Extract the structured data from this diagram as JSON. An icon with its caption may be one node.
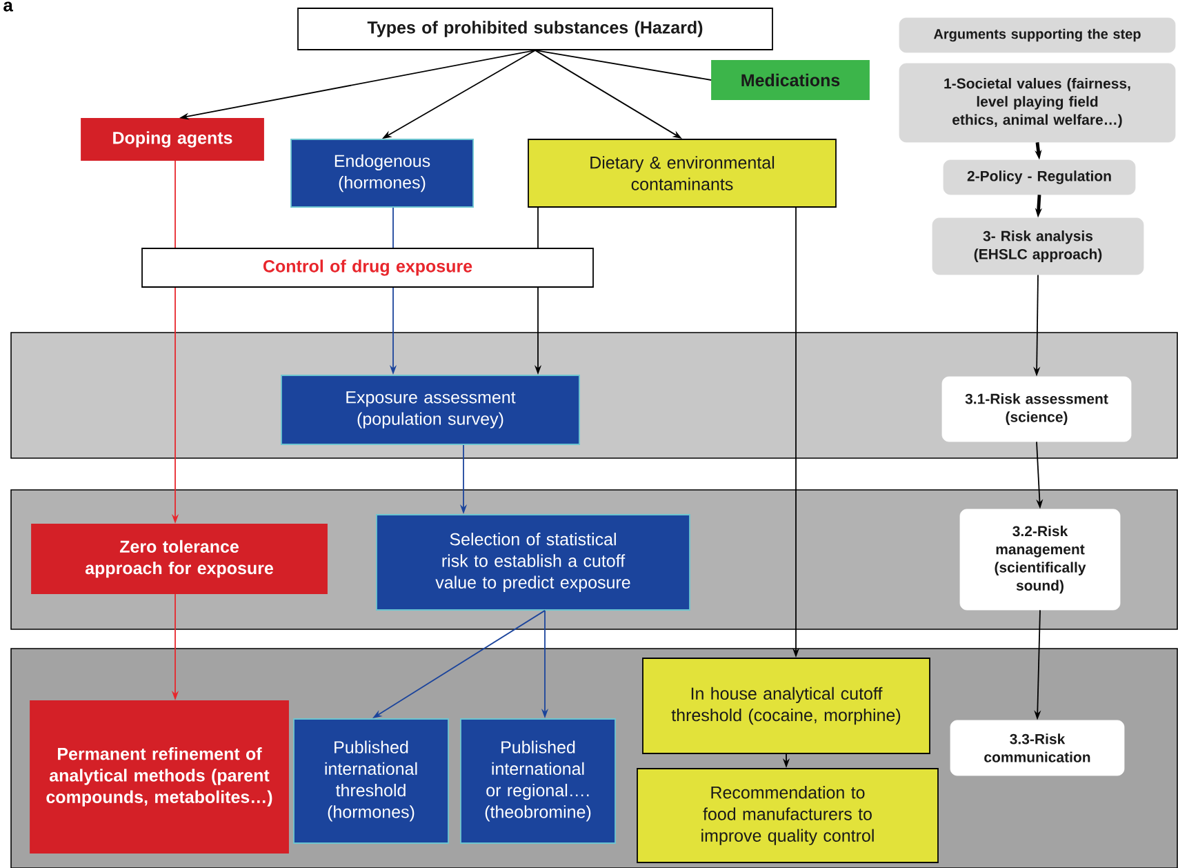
{
  "diagram": {
    "nodes": [
      {
        "text": [
          "Types of prohibited substances (Hazard)"
        ]
      },
      {
        "text": [
          "Medications"
        ]
      },
      {
        "text": [
          "Doping agents"
        ]
      },
      {
        "text": [
          "Endogenous (hormones)"
        ]
      },
      {
        "text": [
          "Dietary & environmental contaminants"
        ]
      },
      {
        "text": [
          "Control of drug exposure"
        ]
      },
      {
        "text": [
          "Exposure assessment (population survey)"
        ]
      },
      {
        "text": [
          "Zero tolerance approach for exposure"
        ]
      },
      {
        "text": [
          "Selection of statistical risk to establish a cutoff value  to predict exposure"
        ]
      },
      {
        "text": [
          "Permanent refinement of analytical methods (parent compounds, metabolites…)"
        ]
      },
      {
        "text": [
          "Published international threshold (hormones)"
        ]
      },
      {
        "text": [
          "Published international or regional…. (theobromine)"
        ]
      },
      {
        "text": [
          "In house analytical cutoff threshold (cocaine, morphine)"
        ]
      },
      {
        "text": [
          "Recommendation to food manufacturers to improve quality control"
        ]
      },
      {
        "text": [
          "Arguments supporting the step"
        ]
      },
      {
        "text": [
          "1-Societal values (fairness, level playing field ethics, animal welfare…)"
        ]
      },
      {
        "text": [
          "2-Policy - Regulation"
        ]
      },
      {
        "text": [
          "3- Risk analysis (EHSLC approach)"
        ]
      },
      {
        "text": [
          "3.1-Risk assessment (science)"
        ]
      },
      {
        "text": [
          "3.2-Risk management (scientifically sound)"
        ]
      },
      {
        "text": [
          "3.3-Risk communication"
        ]
      }
    ],
    "edges": [
      {
        "from": 0,
        "to": 2,
        "arrow": "to"
      },
      {
        "from": 0,
        "to": 3,
        "arrow": "to"
      },
      {
        "from": 0,
        "to": 4,
        "arrow": "to"
      },
      {
        "from": 0,
        "to": 1,
        "arrow": "none"
      },
      {
        "from": 2,
        "to": 5,
        "arrow": "none",
        "color": "#e8262c"
      },
      {
        "from": 5,
        "to": 7,
        "arrow": "to",
        "color": "#e8262c"
      },
      {
        "from": 3,
        "to": 5,
        "arrow": "none",
        "color": "#1b449c"
      },
      {
        "from": 5,
        "to": 6,
        "arrow": "to",
        "color": "#1b449c"
      },
      {
        "from": 4,
        "to": 5,
        "arrow": "none"
      },
      {
        "from": 5,
        "to": 6,
        "arrow": "to"
      },
      {
        "from": 4,
        "to": 12,
        "arrow": "to"
      },
      {
        "from": 6,
        "to": 8,
        "arrow": "to",
        "color": "#1b449c"
      },
      {
        "from": 7,
        "to": 9,
        "arrow": "to",
        "color": "#e8262c"
      },
      {
        "from": 8,
        "to": 10,
        "arrow": "to",
        "color": "#1b449c"
      },
      {
        "from": 8,
        "to": 11,
        "arrow": "to",
        "color": "#1b449c"
      },
      {
        "from": 12,
        "to": 13,
        "arrow": "to"
      },
      {
        "from": 15,
        "to": 16,
        "arrow": "to",
        "style": "thick"
      },
      {
        "from": 16,
        "to": 17,
        "arrow": "to",
        "style": "thick"
      },
      {
        "from": 17,
        "to": 18,
        "arrow": "to"
      },
      {
        "from": 18,
        "to": 19,
        "arrow": "to"
      },
      {
        "from": 19,
        "to": 20,
        "arrow": "to"
      }
    ],
    "labels": [
      "a"
    ]
  }
}
